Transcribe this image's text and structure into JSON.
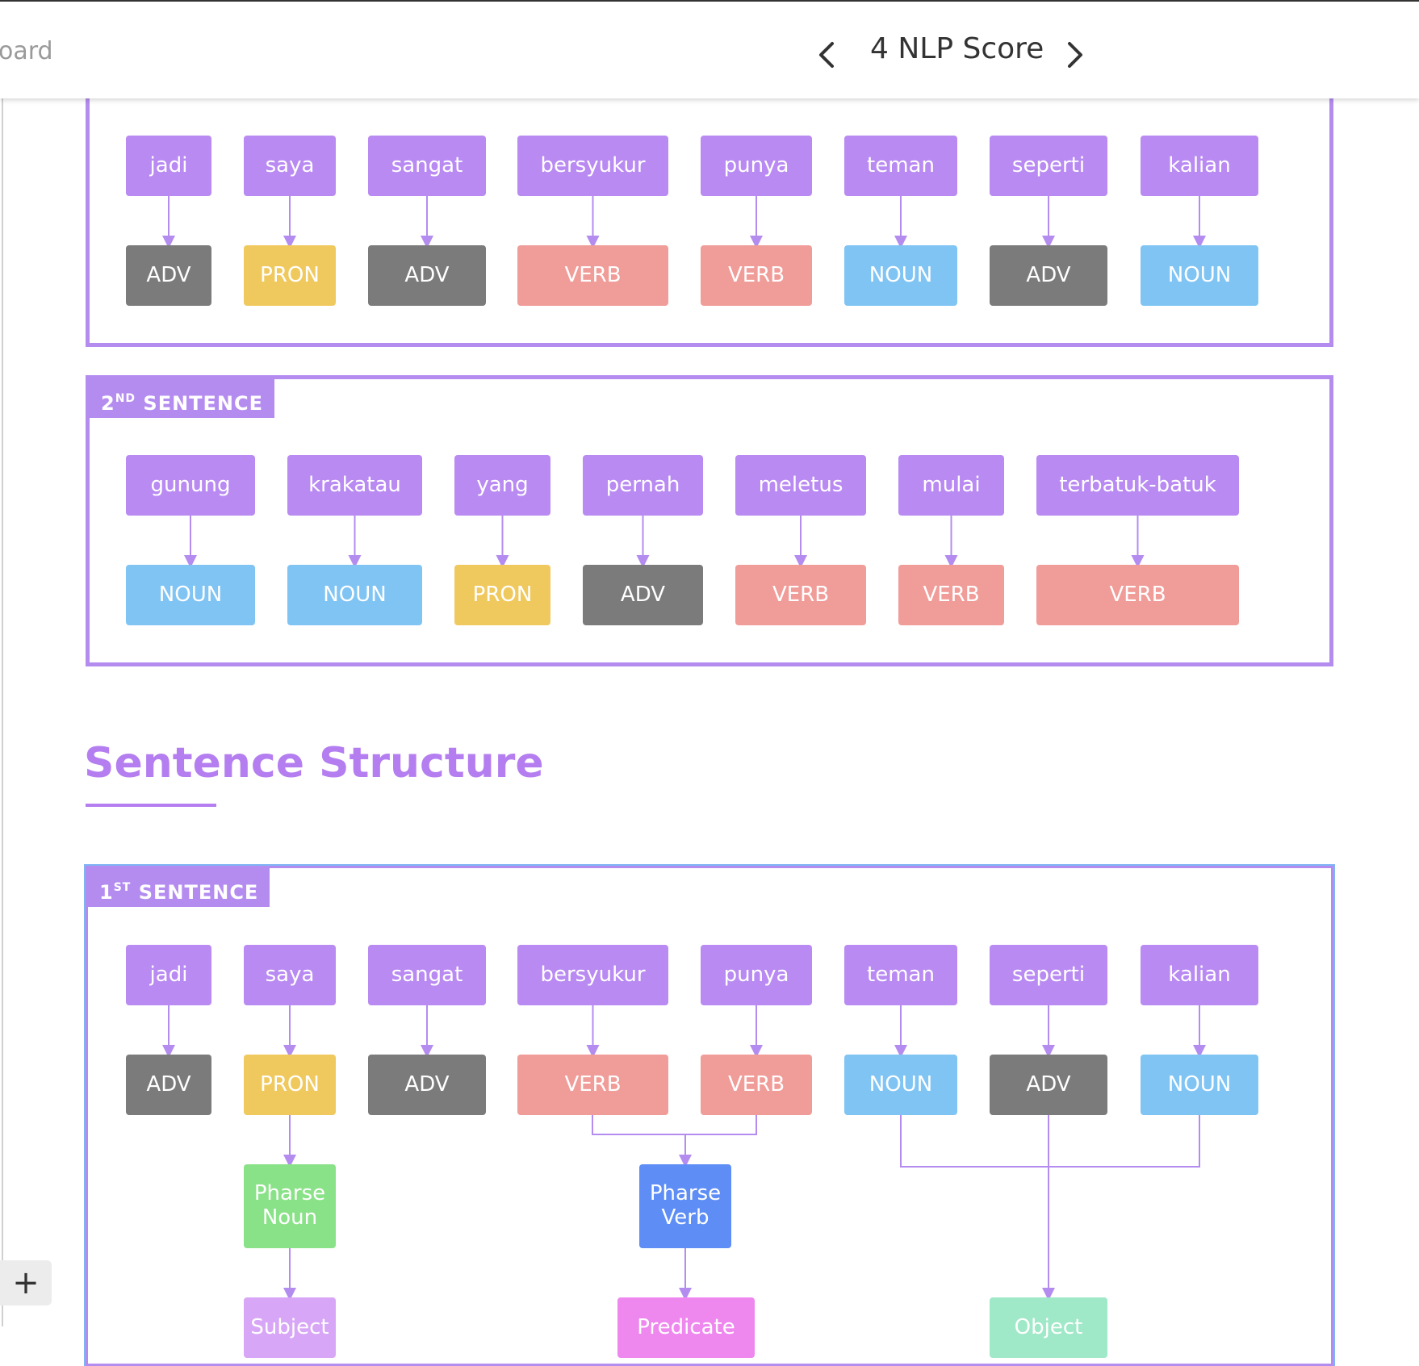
{
  "header": {
    "breadcrumb": "oard",
    "title": "4 NLP Score",
    "prev_icon": "chevron-left-icon",
    "next_icon": "chevron-right-icon"
  },
  "pos_section": {
    "sentences": [
      {
        "words": [
          "jadi",
          "saya",
          "sangat",
          "bersyukur",
          "punya",
          "teman",
          "seperti",
          "kalian"
        ],
        "tags": [
          "ADV",
          "PRON",
          "ADV",
          "VERB",
          "VERB",
          "NOUN",
          "ADV",
          "NOUN"
        ]
      },
      {
        "label_num": "2",
        "label_sup": "ND",
        "label_text": " SENTENCE",
        "words": [
          "gunung",
          "krakatau",
          "yang",
          "pernah",
          "meletus",
          "mulai",
          "terbatuk-batuk"
        ],
        "tags": [
          "NOUN",
          "NOUN",
          "PRON",
          "ADV",
          "VERB",
          "VERB",
          "VERB"
        ]
      }
    ]
  },
  "structure_section": {
    "title": "Sentence Structure",
    "sentence": {
      "label_num": "1",
      "label_sup": "ST",
      "label_text": " SENTENCE",
      "words": [
        "jadi",
        "saya",
        "sangat",
        "bersyukur",
        "punya",
        "teman",
        "seperti",
        "kalian"
      ],
      "tags": [
        "ADV",
        "PRON",
        "ADV",
        "VERB",
        "VERB",
        "NOUN",
        "ADV",
        "NOUN"
      ],
      "phrase_noun": "Pharse\nNoun",
      "phrase_verb": "Pharse\nVerb",
      "subject": "Subject",
      "predicate": "Predicate",
      "object": "Object"
    }
  },
  "colors": {
    "accent": "#b48cf0",
    "adv": "#7b7b7b",
    "pron": "#f0c95e",
    "verb": "#f09c98",
    "noun": "#80c4f4"
  },
  "add_button_icon": "plus-icon"
}
